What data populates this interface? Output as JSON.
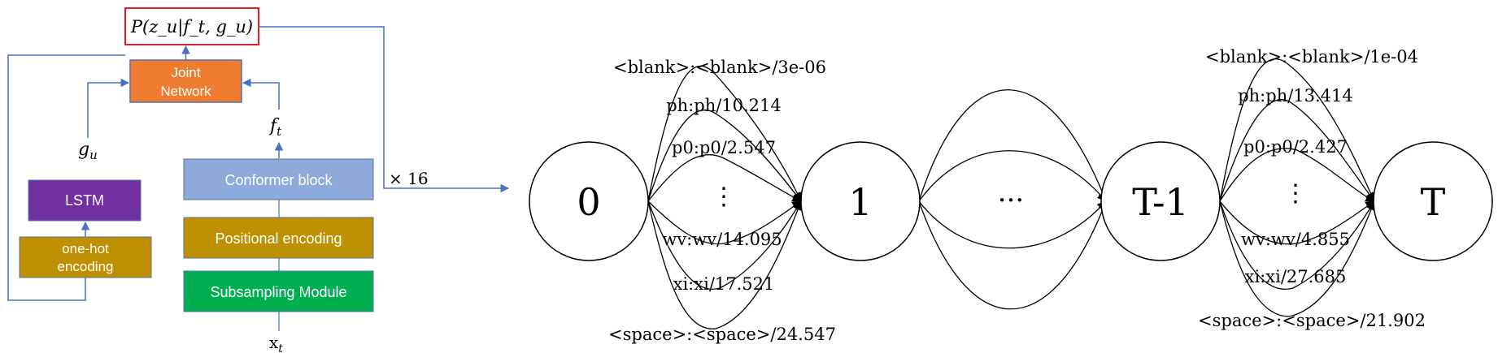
{
  "left": {
    "output_label": "P(z_u|f_t, g_u)",
    "joint_network_line1": "Joint",
    "joint_network_line2": "Network",
    "g_u": "g_u",
    "f_t": "f_t",
    "lstm": "LSTM",
    "onehot_line1": "one-hot",
    "onehot_line2": "encoding",
    "conformer": "Conformer block",
    "positional": "Positional encoding",
    "subsampling": "Subsampling Module",
    "x_t": "x_t",
    "times16": "× 16",
    "colors": {
      "output_box_border": "#e21f26",
      "joint": "#ef7d31",
      "lstm": "#7130a0",
      "onehot": "#bf9001",
      "conformer": "#8eaadb",
      "positional": "#bf9001",
      "subsampling": "#00b050",
      "arrow": "#4472c4"
    }
  },
  "right": {
    "states": [
      "0",
      "1",
      "···",
      "T-1",
      "T"
    ],
    "arcs_left": [
      "<blank>:<blank>/3e-06",
      "ph:ph/10.214",
      "p0:p0/2.547",
      "⋮",
      "wv:wv/14.095",
      "xi:xi/17.521",
      "<space>:<space>/24.547"
    ],
    "arcs_right": [
      "<blank>:<blank>/1e-04",
      "ph:ph/13.414",
      "p0:p0/2.427",
      "⋮",
      "wv:wv/4.855",
      "xi:xi/27.685",
      "<space>:<space>/21.902"
    ]
  }
}
